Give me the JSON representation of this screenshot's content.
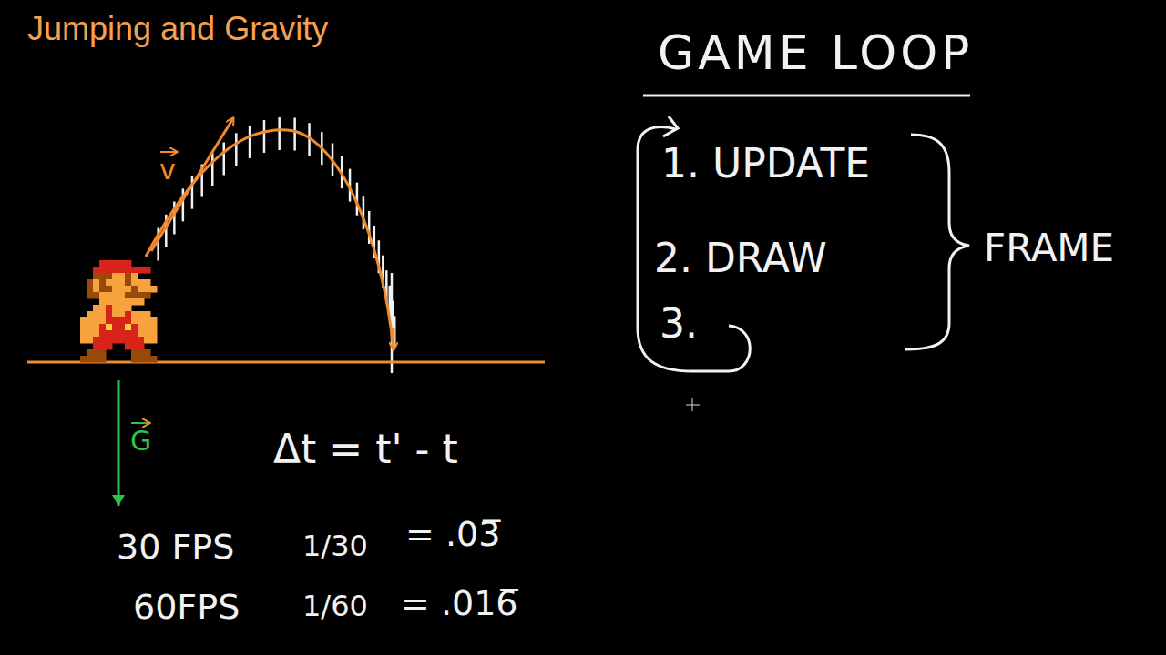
{
  "diagram": {
    "title": "Jumping and Gravity",
    "labels": [
      "GAME LOOP",
      "1. UPDATE",
      "2. DRAW",
      "3.",
      "FRAME",
      "v",
      "G",
      "Δt = t' - t",
      "30 FPS",
      "1/30",
      "= .03̅",
      "60FPS",
      "1/60",
      "= .016̅"
    ]
  }
}
